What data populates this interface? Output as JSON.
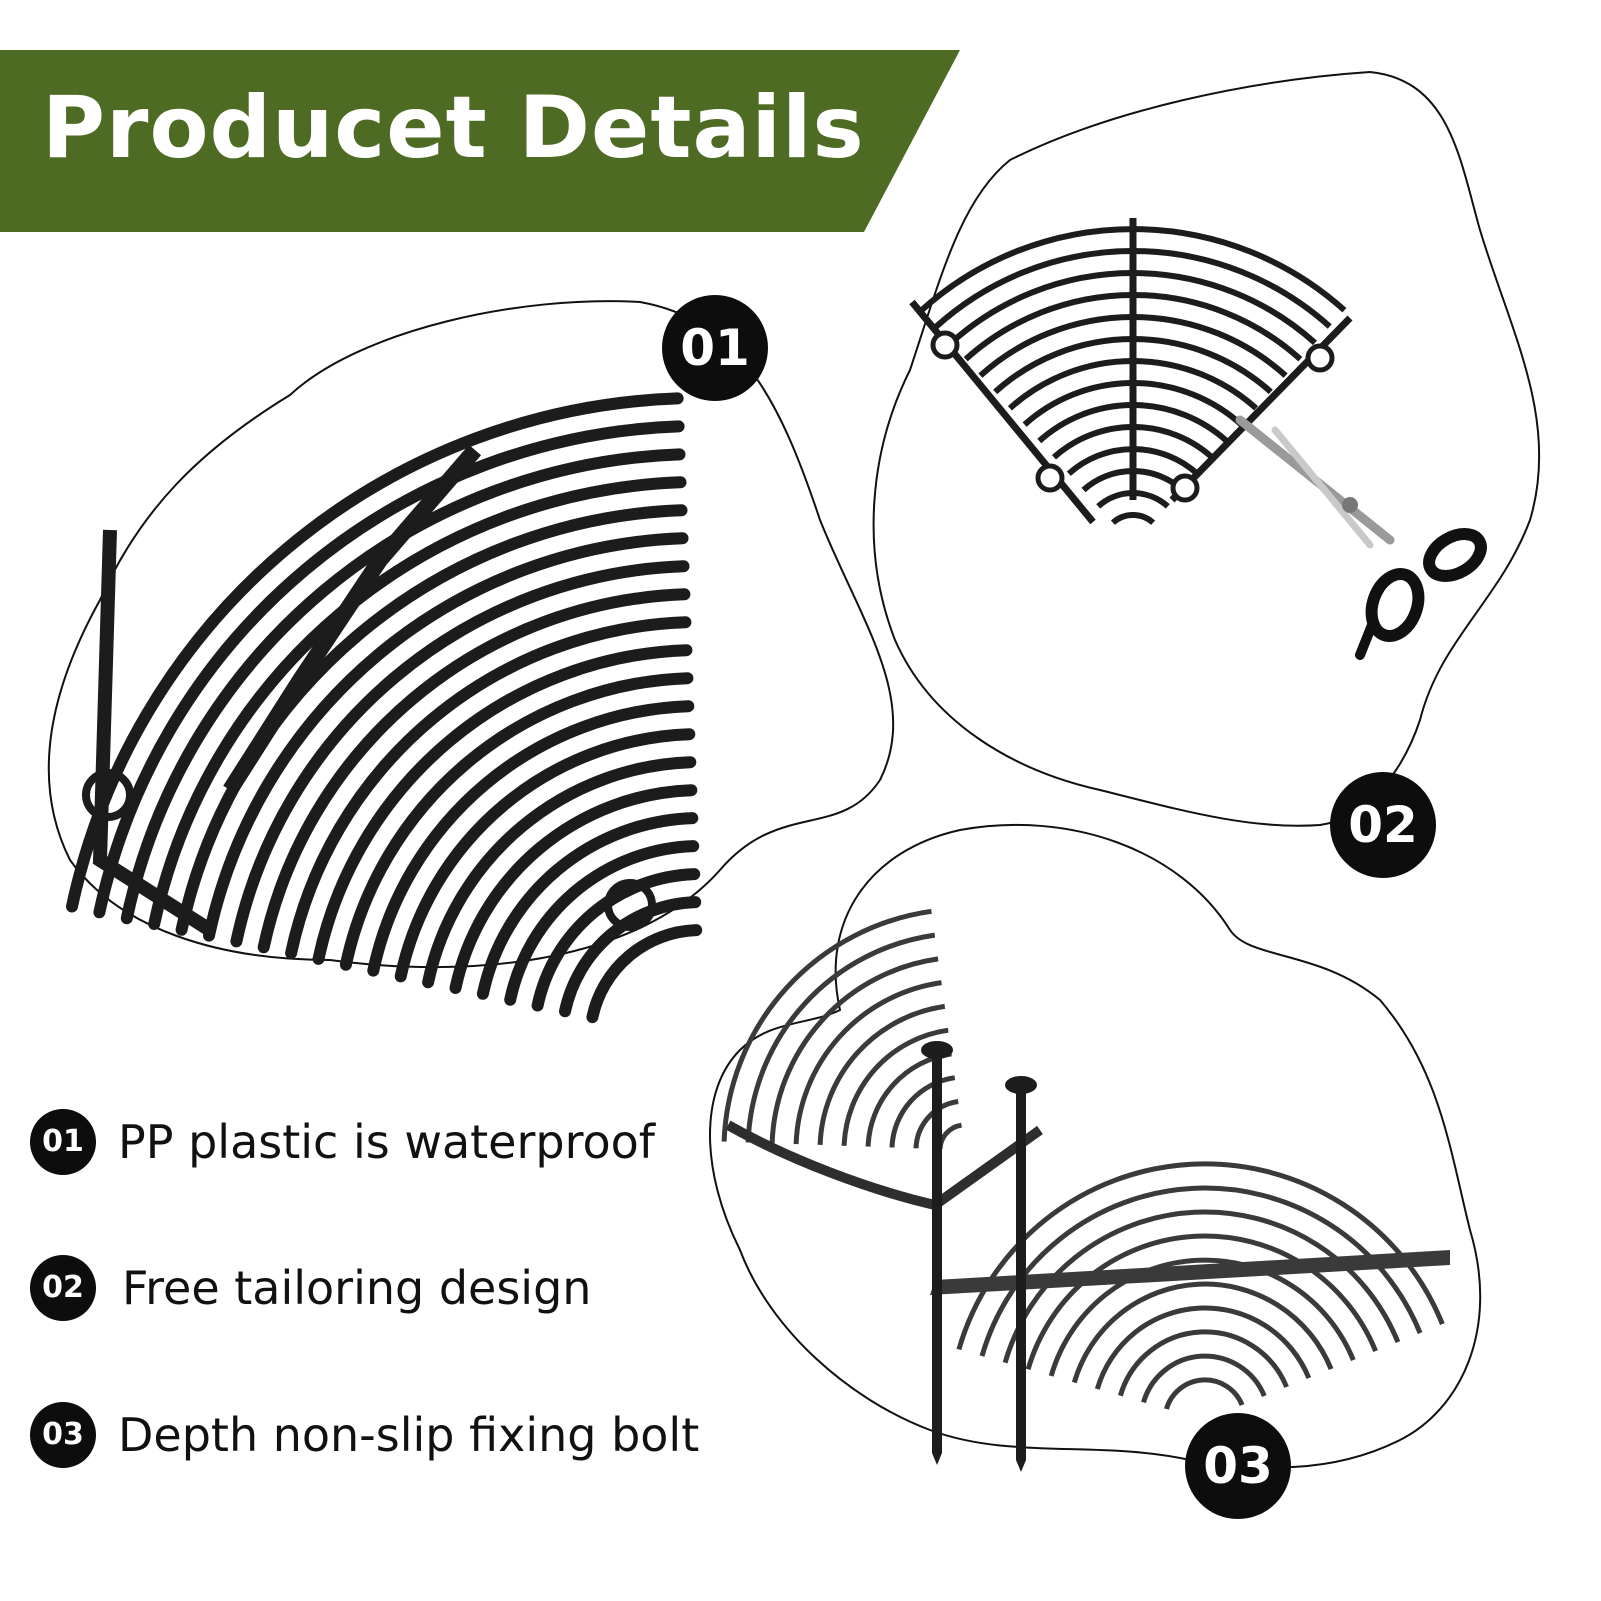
{
  "header": {
    "title": "Producet Details"
  },
  "callouts": {
    "c1": "01",
    "c2": "02",
    "c3": "03"
  },
  "features": {
    "f1_num": "01",
    "f1_text": "PP plastic is waterproof",
    "f2_num": "02",
    "f2_text": "Free tailoring design",
    "f3_num": "03",
    "f3_text": "Depth non-slip fixing bolt"
  },
  "colors": {
    "banner": "#4e6b23",
    "badge": "#0d0d0d",
    "product": "#1c1c1c",
    "outline": "#111111"
  },
  "icons": {
    "tool": "scissors-icon",
    "fastener": "stake-bolt-icon"
  }
}
